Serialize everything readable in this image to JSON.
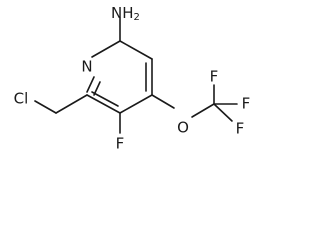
{
  "molecule": {
    "atoms": {
      "amine": "NH",
      "amine_h_count": "2",
      "ring_nitrogen": "N",
      "chlorine": "Cl",
      "fluorine_ring": "F",
      "ether_oxygen": "O",
      "fluorine_1": "F",
      "fluorine_2": "F",
      "fluorine_3": "F"
    }
  }
}
